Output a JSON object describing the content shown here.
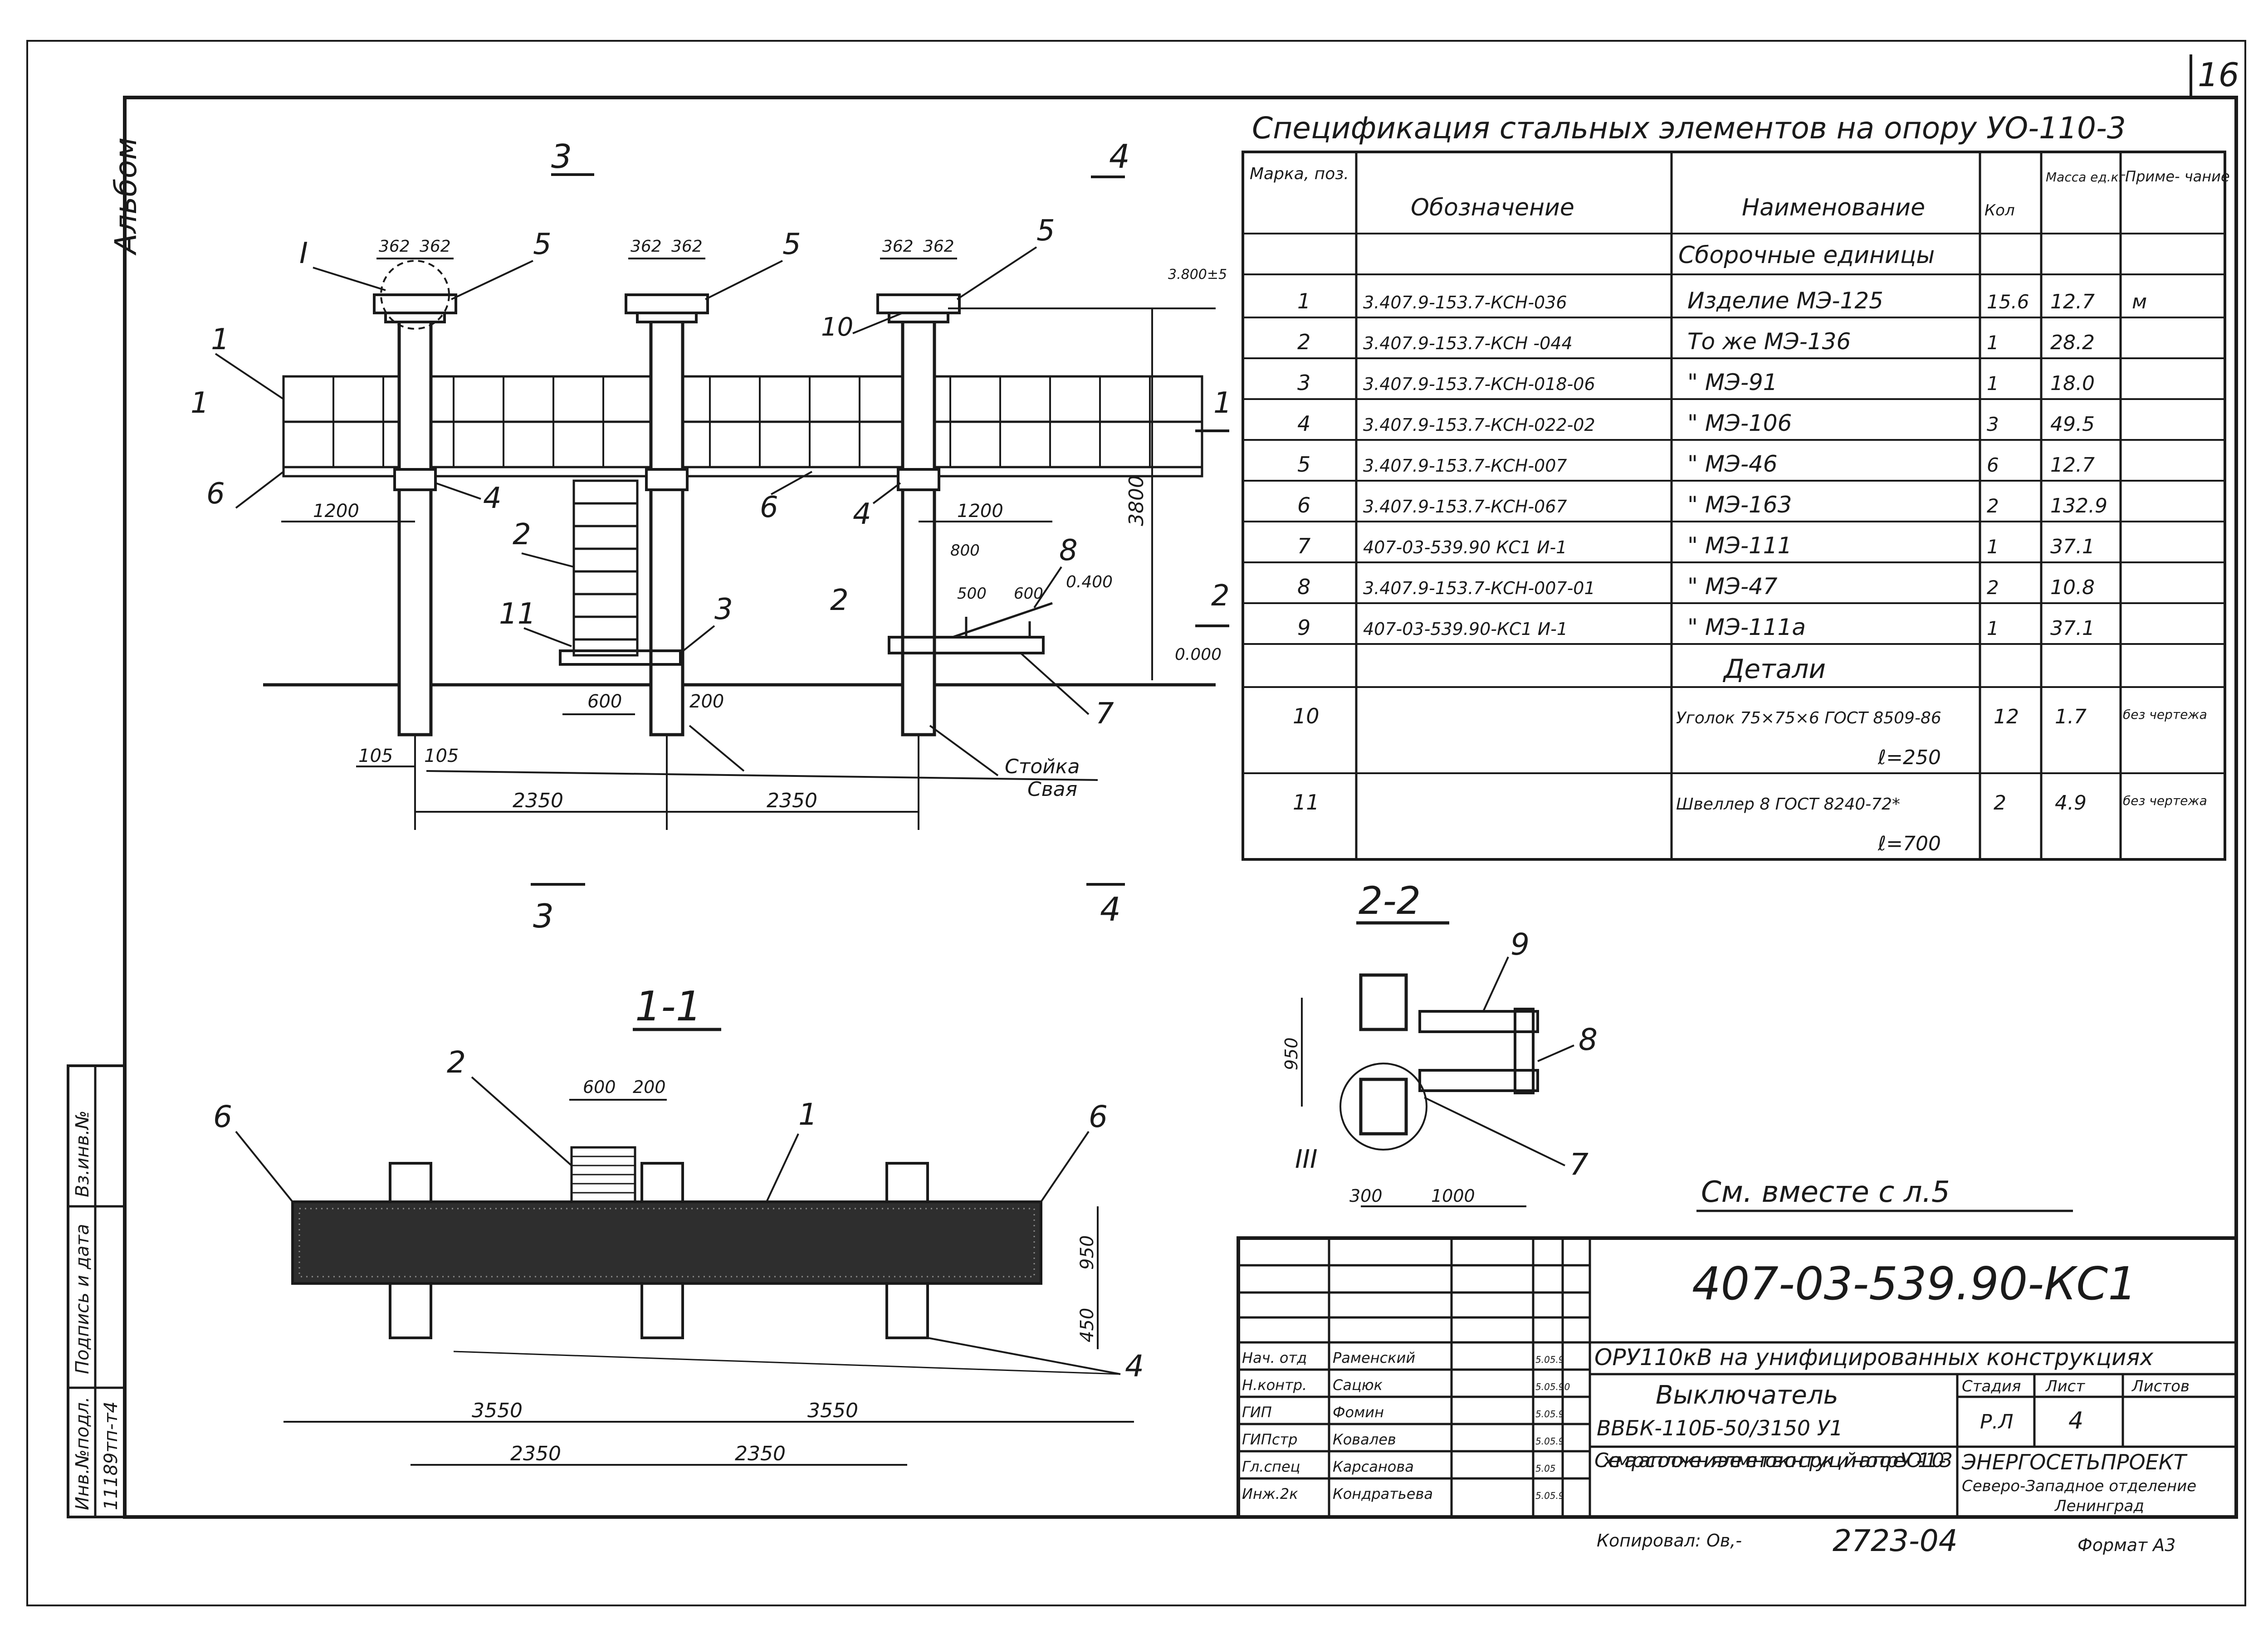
{
  "sheet": {
    "album_label": "Альбом",
    "sheet_number": "16",
    "see_also": "См. вместе с л.5",
    "control_label": "Копировал: Ов,-",
    "copy_number": "2723-04",
    "format": "Формат А3"
  },
  "spec_table": {
    "title": "Спецификация стальных элементов на опору УО-110-3",
    "headers": [
      "Марка, поз.",
      "Обозначение",
      "Наименование",
      "Кол",
      "Масса ед.кг.",
      "Приме- чание"
    ],
    "section_assemblies": "Сборочные единицы",
    "section_details": "Детали",
    "rows": [
      {
        "pos": "1",
        "designation": "3.407.9-153.7-КСН-036",
        "name": "Изделие   МЭ-125",
        "qty": "15.6",
        "mass": "12.7",
        "note": "м"
      },
      {
        "pos": "2",
        "designation": "3.407.9-153.7-КСН  -044",
        "name": "То же      МЭ-136",
        "qty": "1",
        "mass": "28.2",
        "note": ""
      },
      {
        "pos": "3",
        "designation": "3.407.9-153.7-КСН-018-06",
        "name": "\"           МЭ-91",
        "qty": "1",
        "mass": "18.0",
        "note": ""
      },
      {
        "pos": "4",
        "designation": "3.407.9-153.7-КСН-022-02",
        "name": "\"           МЭ-106",
        "qty": "3",
        "mass": "49.5",
        "note": ""
      },
      {
        "pos": "5",
        "designation": "3.407.9-153.7-КСН-007",
        "name": "\"           МЭ-46",
        "qty": "6",
        "mass": "12.7",
        "note": ""
      },
      {
        "pos": "6",
        "designation": "3.407.9-153.7-КСН-067",
        "name": "\"           МЭ-163",
        "qty": "2",
        "mass": "132.9",
        "note": ""
      },
      {
        "pos": "7",
        "designation": "407-03-539.90 КС1 И-1",
        "name": "\"           МЭ-111",
        "qty": "1",
        "mass": "37.1",
        "note": ""
      },
      {
        "pos": "8",
        "designation": "3.407.9-153.7-КСН-007-01",
        "name": "\"           МЭ-47",
        "qty": "2",
        "mass": "10.8",
        "note": ""
      },
      {
        "pos": "9",
        "designation": "407-03-539.90-КС1 И-1",
        "name": "\"           МЭ-111а",
        "qty": "1",
        "mass": "37.1",
        "note": ""
      }
    ],
    "detail_rows": [
      {
        "pos": "10",
        "name": "Уголок 75×75×6 ГОСТ 8509-86",
        "sub": "ℓ=250",
        "qty": "12",
        "mass": "1.7",
        "note": "без чертежа"
      },
      {
        "pos": "11",
        "name": "Швеллер 8 ГОСТ 8240-72*",
        "sub": "ℓ=700",
        "qty": "2",
        "mass": "4.9",
        "note": "без чертежа"
      }
    ]
  },
  "elevation": {
    "labels": {
      "section3": "3",
      "section4": "4",
      "section1": "1",
      "section2": "2",
      "detail": "I",
      "dim362": "362",
      "dim1200": "1200",
      "dim600": "600",
      "dim500": "500",
      "dim800": "800",
      "dim105": "105",
      "dim200": "200",
      "dim2350": "2350",
      "dim3800": "3800",
      "elev_top": "3.800±5",
      "elev_mid": "0.400",
      "elev_zero": "0.000",
      "pile_label1": "Стойка",
      "pile_label2": "Свая",
      "mk1": "1",
      "mk2": "2",
      "mk3": "3",
      "mk4": "4",
      "mk5": "5",
      "mk6": "6",
      "mk7": "7",
      "mk8": "8",
      "mk10": "10",
      "mk11": "11"
    }
  },
  "plan11": {
    "title": "1-1",
    "labels": {
      "d600": "600",
      "d200": "200",
      "d950": "950",
      "d450": "450",
      "d3550": "3550",
      "d2350": "2350",
      "mk1": "1",
      "mk2": "2",
      "mk4": "4",
      "mk6": "6"
    }
  },
  "section22": {
    "title": "2-2",
    "labels": {
      "d950": "950",
      "d300": "300",
      "d1000": "1000",
      "detail": "III",
      "mk7": "7",
      "mk8": "8",
      "mk9": "9"
    }
  },
  "title_block": {
    "doc_code": "407-03-539.90-КС1",
    "project": "ОРУ110кВ на унифицированных конструкциях",
    "item_line1": "Выключатель",
    "item_line2": "ВВБК-110Б-50/3150 У1",
    "sheet_title": "Схема расположения элементов конструкций на опоре УО-110-3",
    "stage_h": "Стадия",
    "list_h": "Лист",
    "lists_h": "Листов",
    "stage": "Р.Л",
    "list": "4",
    "lists": "",
    "org1": "ЭНЕРГОСЕТЬПРОЕКТ",
    "org2": "Северо-Западное отделение",
    "org3": "Ленинград",
    "signers": [
      {
        "role": "Нач. отд",
        "name": "Раменский",
        "date": "5.05.9"
      },
      {
        "role": "Н.контр.",
        "name": "Сацюк",
        "date": "5.05.90"
      },
      {
        "role": "ГИП",
        "name": "Фомин",
        "date": "5.05.9"
      },
      {
        "role": "ГИПстр",
        "name": "Ковалев",
        "date": "5.05.9"
      },
      {
        "role": "Гл.спец",
        "name": "Карсанова",
        "date": "5.05"
      },
      {
        "role": "Инж.2к",
        "name": "Кондратьева",
        "date": "5.05.9"
      }
    ]
  },
  "side_stamp": {
    "inv_podl": "Инв.№подл.",
    "sign_date": "Подпись и дата",
    "vz_inv": "Вз.инв.№",
    "inv_value": "11189тп-т4"
  }
}
